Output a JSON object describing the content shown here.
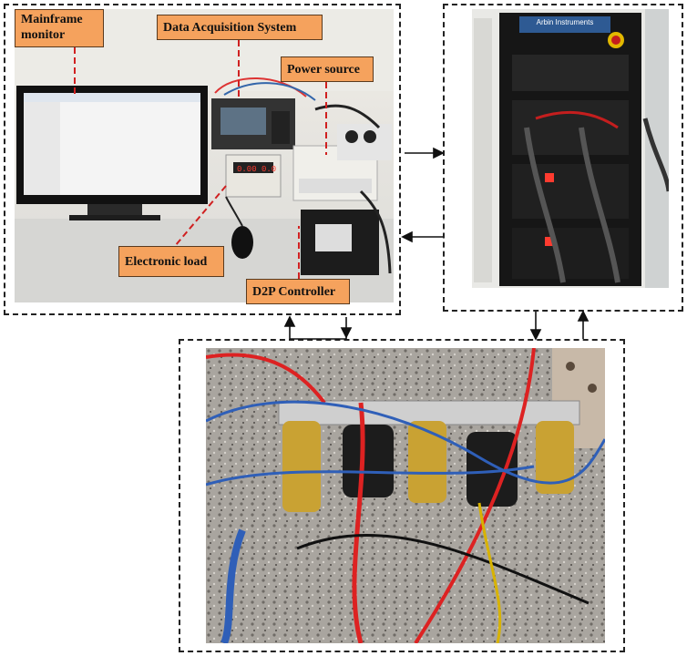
{
  "labels": {
    "mainframe": "Mainframe monitor",
    "daq": "Data Acquisition System",
    "power": "Power source",
    "load": "Electronic load",
    "d2p": "D2P Controller"
  },
  "cabinet": {
    "brand": "Arbin Instruments"
  },
  "colors": {
    "label_fill": "#f5a25d",
    "leader": "#d02020",
    "frame": "#222222"
  }
}
